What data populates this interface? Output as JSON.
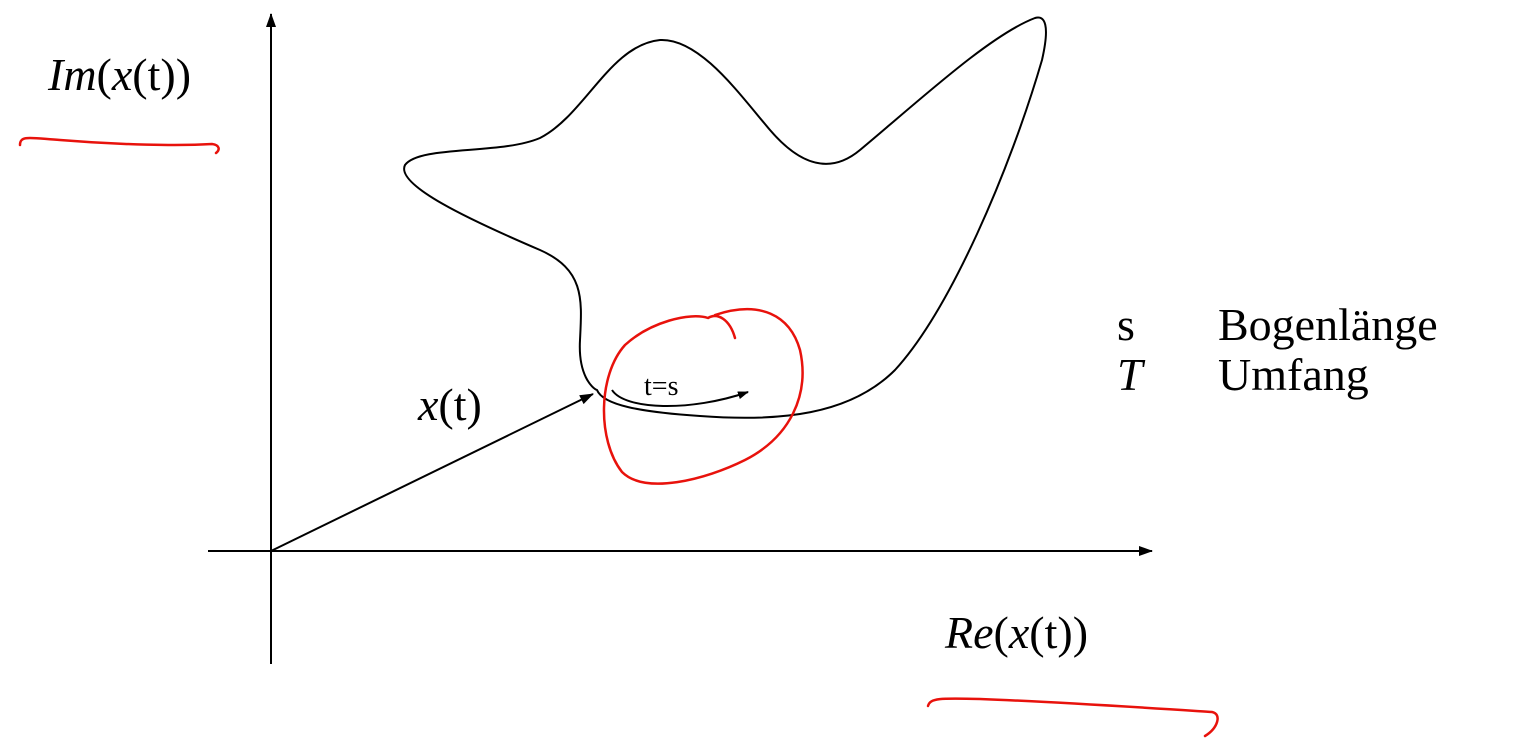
{
  "axes": {
    "y_label_fn": "Im",
    "y_label_var": "x",
    "y_label_arg": "t",
    "x_label_fn": "Re",
    "x_label_var": "x",
    "x_label_arg": "t"
  },
  "curve": {
    "position_var": "x",
    "position_arg": "t",
    "param_label": "t=s"
  },
  "legend": [
    {
      "symbol": "s",
      "text": "Bogenlänge"
    },
    {
      "symbol": "T",
      "text": "Umfang"
    }
  ],
  "colors": {
    "ink": "#000000",
    "annotation": "#e8120c"
  }
}
